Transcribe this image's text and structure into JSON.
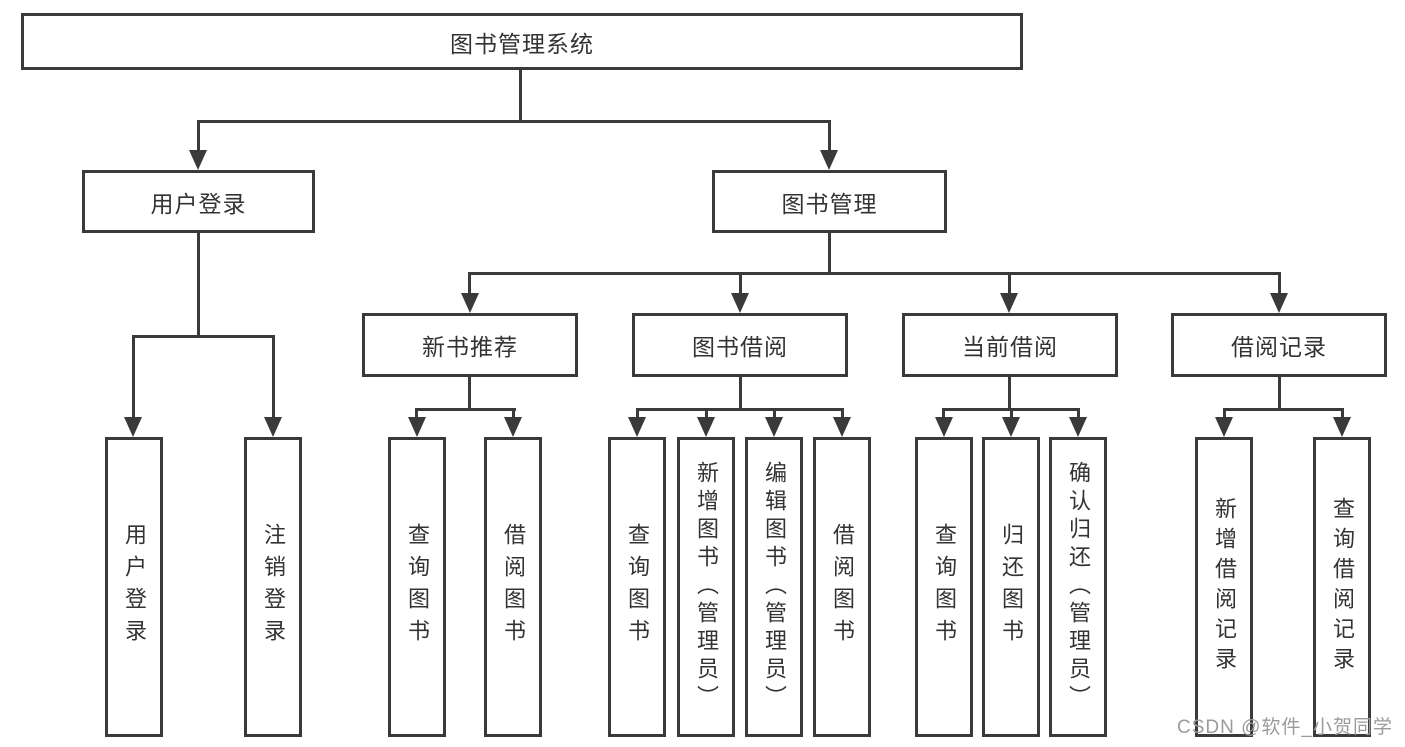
{
  "diagram": {
    "root_label": "图书管理系统",
    "level2": {
      "user_login": "用户登录",
      "book_management": "图书管理"
    },
    "level3": {
      "new_book_recommend": "新书推荐",
      "book_borrow": "图书借阅",
      "current_borrow": "当前借阅",
      "borrow_records": "借阅记录"
    },
    "leaves": {
      "user_login": "用户登录",
      "logout": "注销登录",
      "nb_query_books": "查询图书",
      "nb_borrow_books": "借阅图书",
      "bb_query_books": "查询图书",
      "bb_add_books_admin": "新增图书（管理员）",
      "bb_edit_books_admin": "编辑图书（管理员）",
      "bb_borrow_books": "借阅图书",
      "cb_query_books": "查询图书",
      "cb_return_books": "归还图书",
      "cb_confirm_return_admin": "确认归还（管理员）",
      "br_add_record": "新增借阅记录",
      "br_query_record": "查询借阅记录"
    }
  },
  "watermark": {
    "text": "CSDN @软件_小贺同学",
    "color": "#9b9b9b"
  },
  "colors": {
    "line": "#3a3a3a",
    "box_border": "#3a3a3a",
    "text": "#333333",
    "background": "#ffffff"
  }
}
